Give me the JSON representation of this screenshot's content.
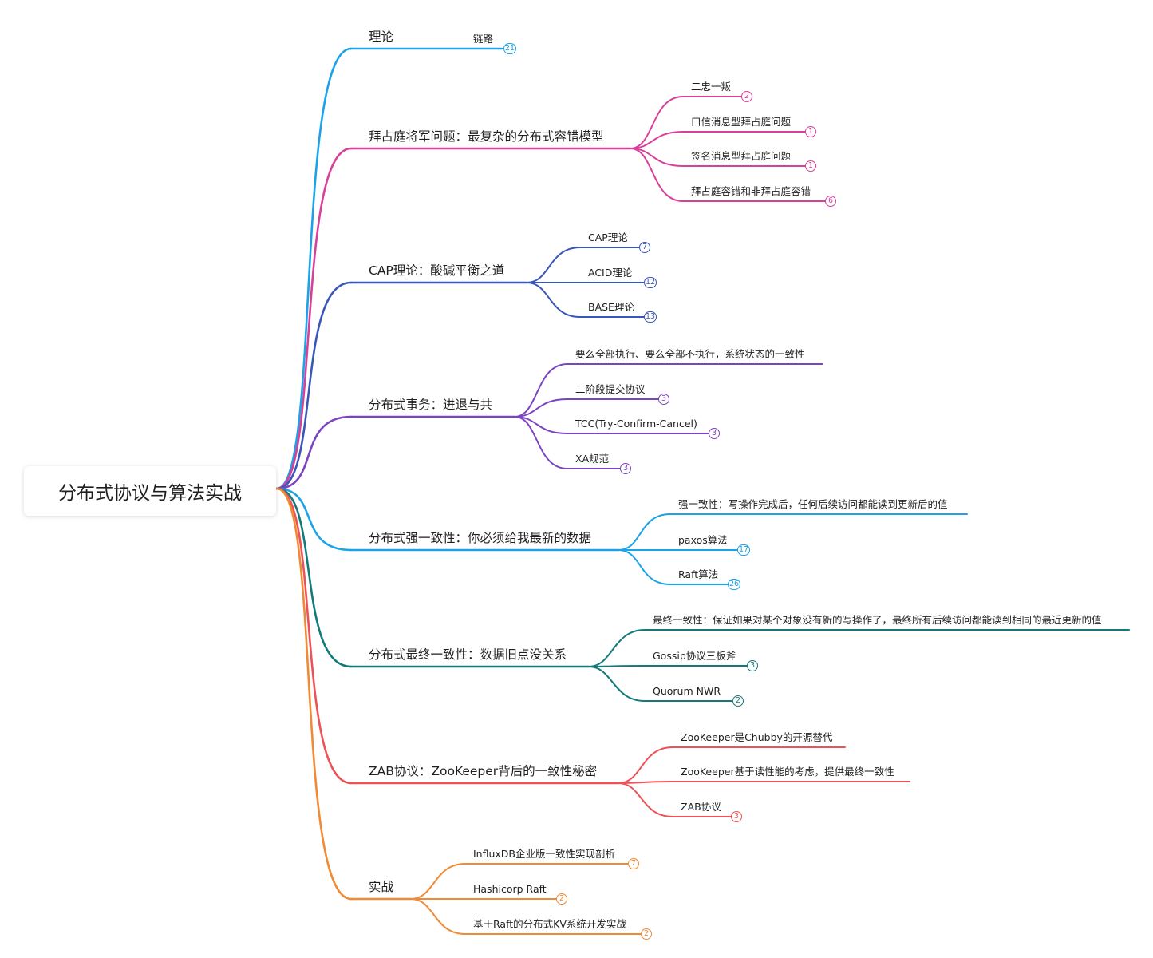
{
  "root": {
    "title": "分布式协议与算法实战"
  },
  "branches": [
    {
      "label": "理论",
      "color": "#1aa3e8",
      "children": [
        {
          "label": "链路",
          "count": "21"
        }
      ]
    },
    {
      "label": "拜占庭将军问题：最复杂的分布式容错模型",
      "color": "#d8409a",
      "children": [
        {
          "label": "二忠一叛",
          "count": "2"
        },
        {
          "label": "口信消息型拜占庭问题",
          "count": "1"
        },
        {
          "label": "签名消息型拜占庭问题",
          "count": "1"
        },
        {
          "label": "拜占庭容错和非拜占庭容错",
          "count": "6"
        }
      ]
    },
    {
      "label": "CAP理论：酸碱平衡之道",
      "color": "#3a57b8",
      "children": [
        {
          "label": "CAP理论",
          "count": "7"
        },
        {
          "label": "ACID理论",
          "count": "12"
        },
        {
          "label": "BASE理论",
          "count": "13"
        }
      ]
    },
    {
      "label": "分布式事务：进退与共",
      "color": "#7b44c0",
      "children": [
        {
          "label": "要么全部执行、要么全部不执行，系统状态的一致性",
          "count": null
        },
        {
          "label": "二阶段提交协议",
          "count": "3"
        },
        {
          "label": "TCC(Try-Confirm-Cancel)",
          "count": "3"
        },
        {
          "label": "XA规范",
          "count": "3"
        }
      ]
    },
    {
      "label": "分布式强一致性：你必须给我最新的数据",
      "color": "#1aa3e8",
      "children": [
        {
          "label": "强一致性：写操作完成后，任何后续访问都能读到更新后的值",
          "count": null
        },
        {
          "label": "paxos算法",
          "count": "17"
        },
        {
          "label": "Raft算法",
          "count": "26"
        }
      ]
    },
    {
      "label": "分布式最终一致性：数据旧点没关系",
      "color": "#137a7a",
      "children": [
        {
          "label": "最终一致性：保证如果对某个对象没有新的写操作了，最终所有后续访问都能读到相同的最近更新的值",
          "count": null
        },
        {
          "label": "Gossip协议三板斧",
          "count": "3"
        },
        {
          "label": "Quorum NWR",
          "count": "2"
        }
      ]
    },
    {
      "label": "ZAB协议：ZooKeeper背后的一致性秘密",
      "color": "#ee5256",
      "children": [
        {
          "label": "ZooKeeper是Chubby的开源替代",
          "count": null
        },
        {
          "label": "ZooKeeper基于读性能的考虑，提供最终一致性",
          "count": null
        },
        {
          "label": "ZAB协议",
          "count": "3"
        }
      ]
    },
    {
      "label": "实战",
      "color": "#f08a34",
      "children": [
        {
          "label": "InfluxDB企业版一致性实现剖析",
          "count": "7"
        },
        {
          "label": "Hashicorp Raft",
          "count": "2"
        },
        {
          "label": "基于Raft的分布式KV系统开发实战",
          "count": "2"
        }
      ]
    }
  ]
}
